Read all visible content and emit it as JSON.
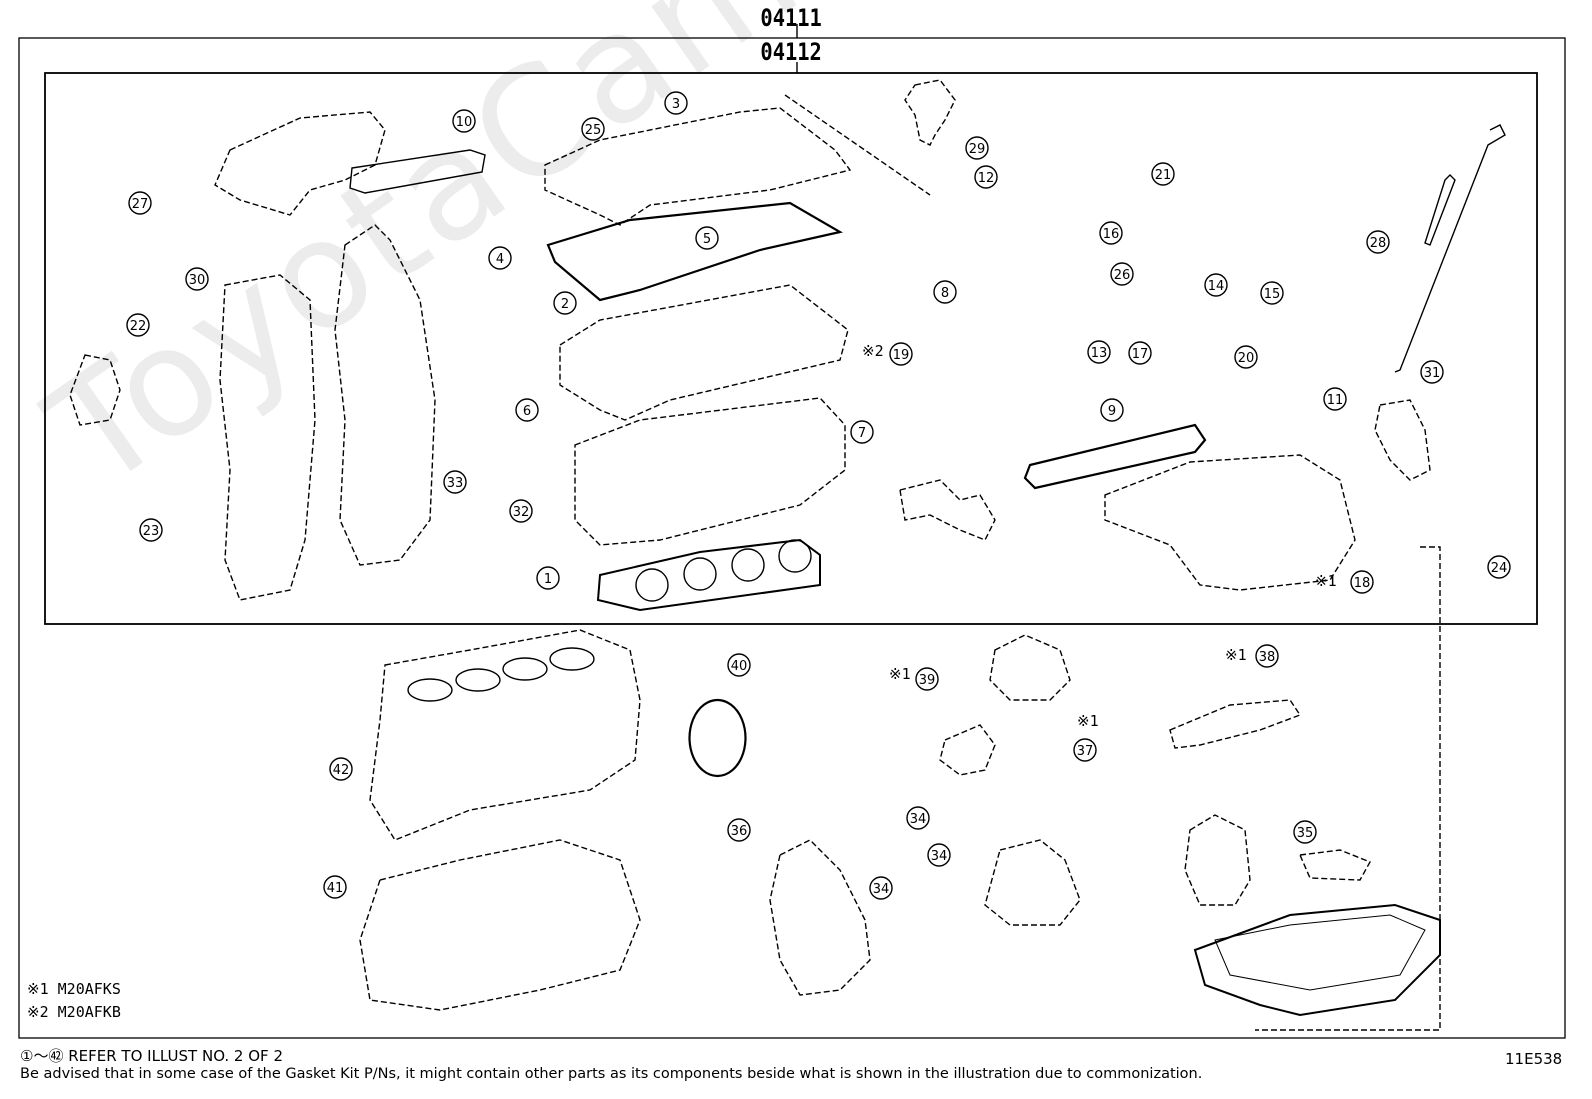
{
  "header": {
    "outer_part_number": "04111",
    "inner_part_number": "04112"
  },
  "watermark": "ToyotaCamry.ru",
  "callouts": [
    "1",
    "2",
    "3",
    "4",
    "5",
    "6",
    "7",
    "8",
    "9",
    "10",
    "11",
    "12",
    "13",
    "14",
    "15",
    "16",
    "17",
    "18",
    "19",
    "20",
    "21",
    "22",
    "23",
    "24",
    "25",
    "26",
    "27",
    "28",
    "29",
    "30",
    "31",
    "32",
    "33",
    "34",
    "35",
    "36",
    "37",
    "38",
    "39",
    "40",
    "41",
    "42"
  ],
  "markers": {
    "m1": "※1",
    "m2": "※2"
  },
  "legend": {
    "line1": "※1 M20AFKS",
    "line2": "※2 M20AFKB"
  },
  "footer": {
    "refer_text": "①～㊷ REFER TO ILLUST NO. 2 OF 2",
    "advisory_text": "Be advised that in some case of the Gasket Kit P/Ns,  it might contain other parts as its components beside what is shown in the illustration due to commonization.",
    "illustration_code": "11E538"
  }
}
